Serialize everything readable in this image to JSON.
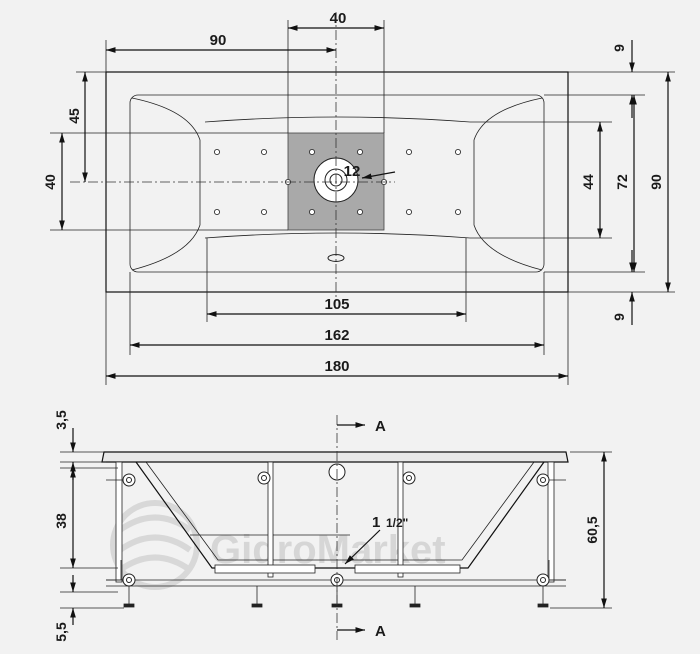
{
  "top_view": {
    "dims_horizontal": {
      "d90": "90",
      "d40": "40",
      "d105": "105",
      "d162": "162",
      "d180": "180"
    },
    "dims_vertical": {
      "d45": "45",
      "d40": "40",
      "d9_top": "9",
      "d44": "44",
      "d72": "72",
      "d90": "90",
      "d9_bottom": "9"
    },
    "hole_diameter": "12"
  },
  "side_view": {
    "dims_left": {
      "d3_5": "3,5",
      "d38": "38",
      "d5_5": "5,5"
    },
    "dim_right": "60,5",
    "pipe_size_main": "1",
    "pipe_size_fraction": "1/2\"",
    "section_label_top": "A",
    "section_label_bottom": "A",
    "watermark": "GidroMarket"
  }
}
